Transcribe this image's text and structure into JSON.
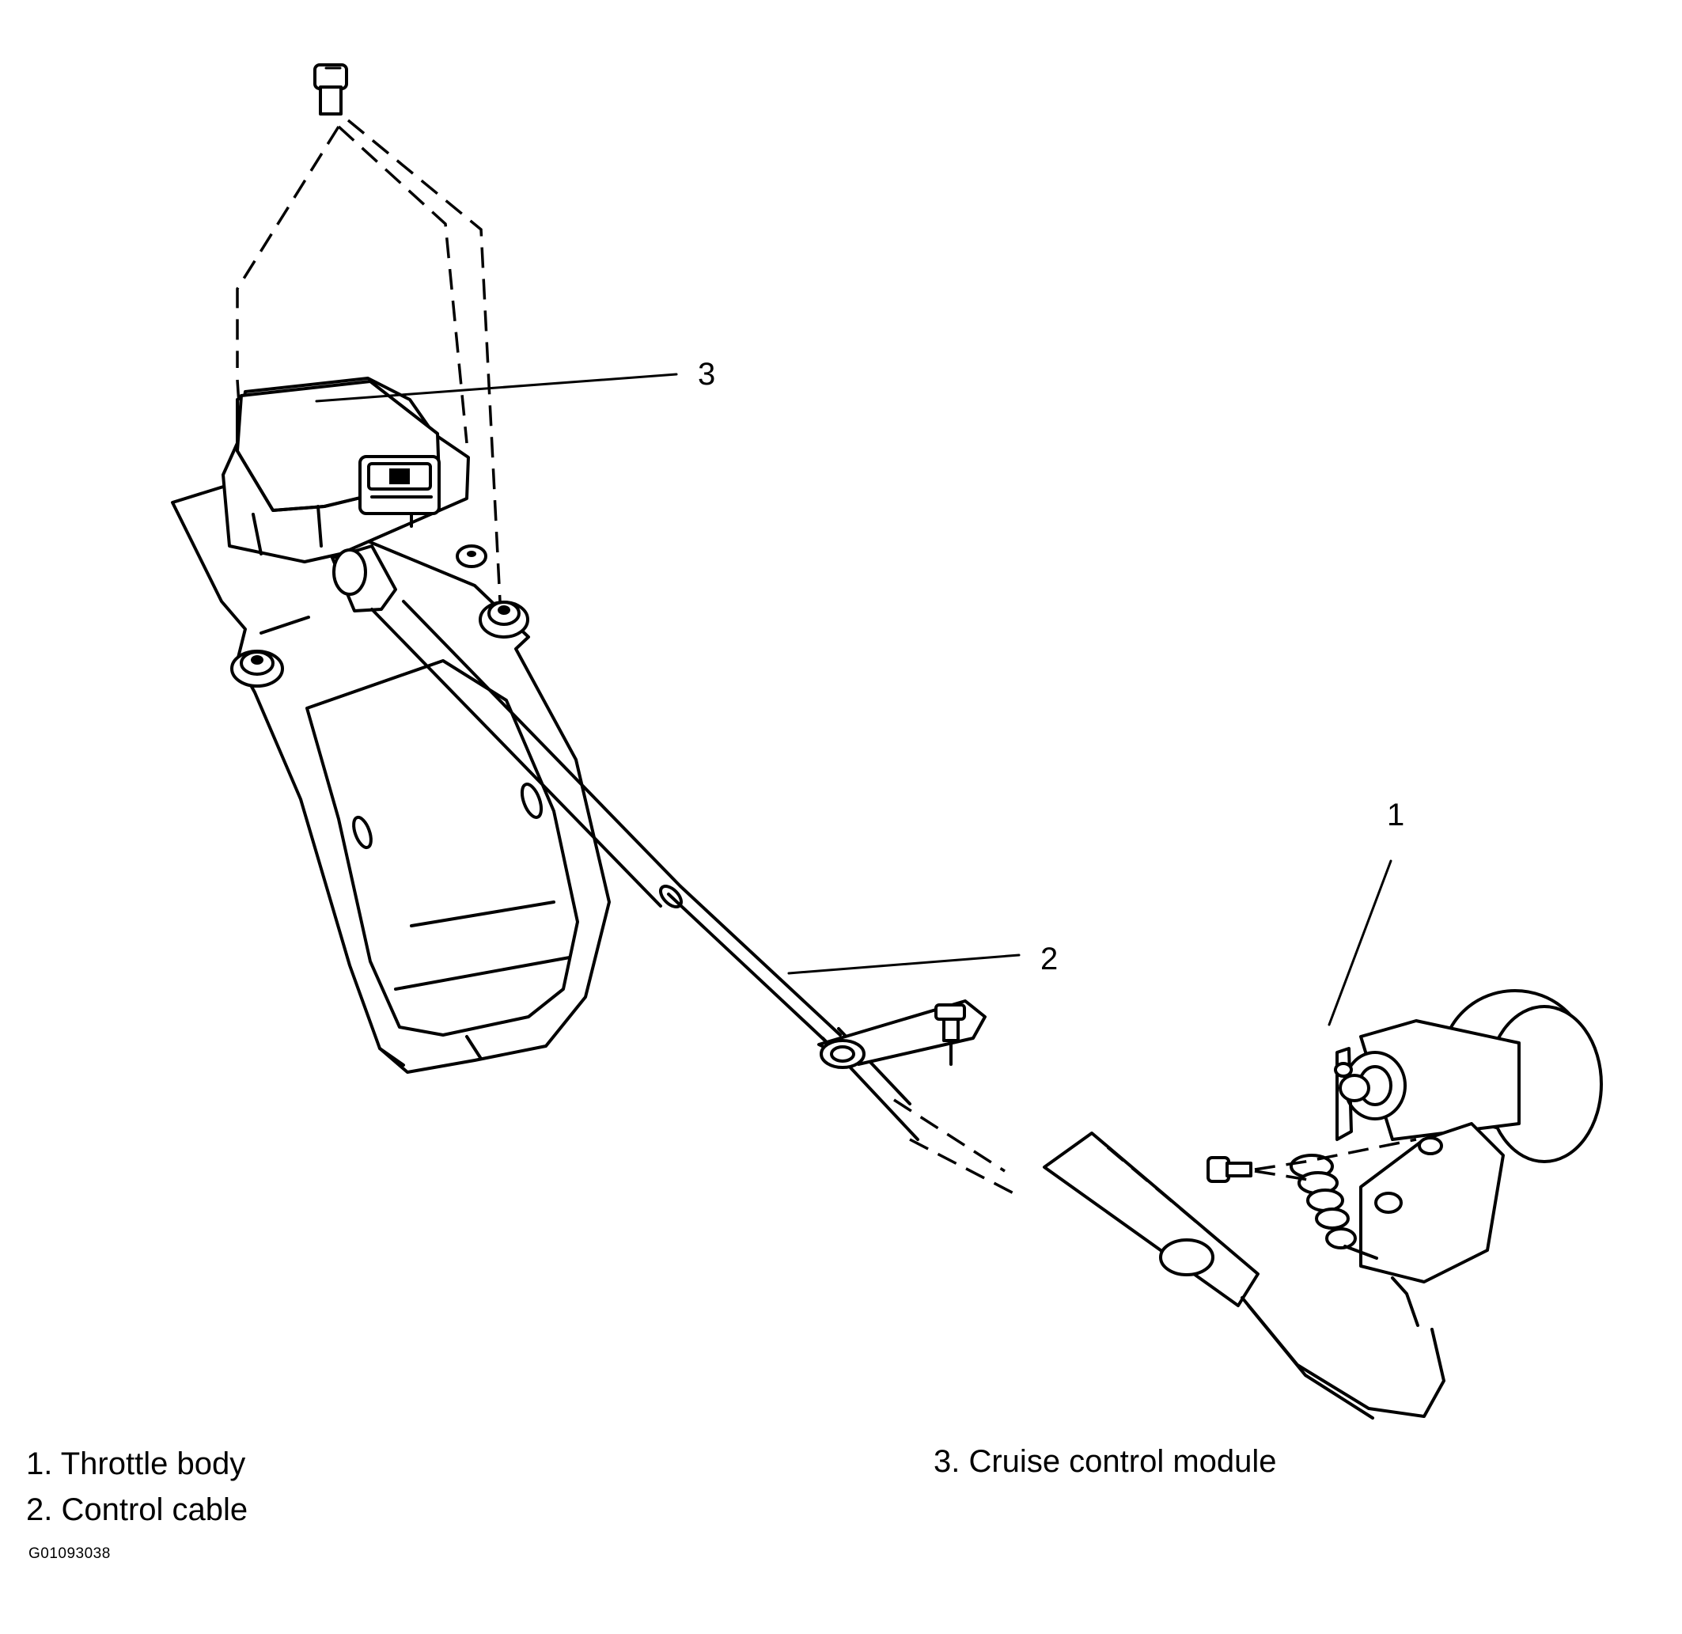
{
  "callouts": {
    "c1": "1",
    "c2": "2",
    "c3": "3"
  },
  "legend": {
    "item1": "1. Throttle body",
    "item2": "2. Control cable",
    "item3": "3. Cruise control module"
  },
  "figure_code": "G01093038"
}
